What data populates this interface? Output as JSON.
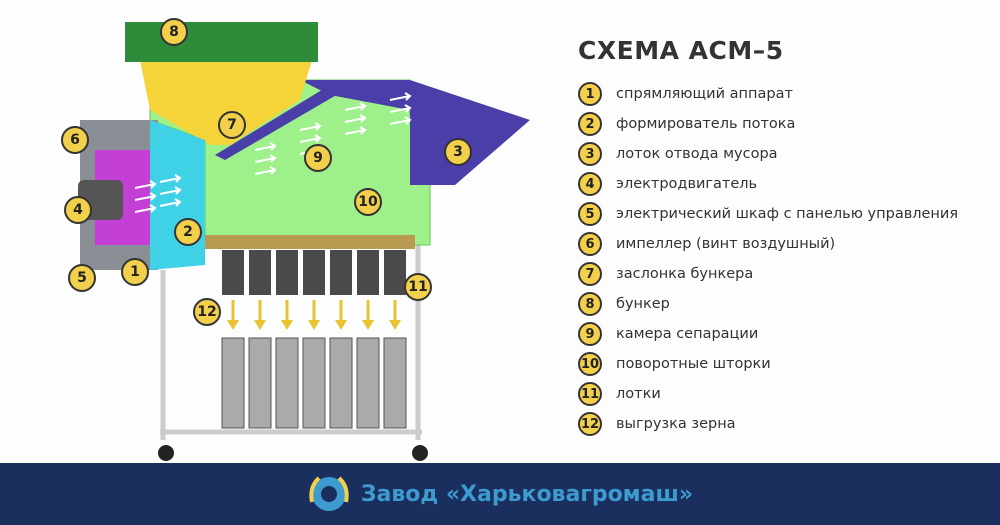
{
  "title": "СХЕМА АСМ–5",
  "legend": [
    {
      "n": "1",
      "text": "спрямляющий аппарат"
    },
    {
      "n": "2",
      "text": "формирователь потока"
    },
    {
      "n": "3",
      "text": "лоток отвода мусора"
    },
    {
      "n": "4",
      "text": "электродвигатель"
    },
    {
      "n": "5",
      "text": "электрический шкаф с панелью управления"
    },
    {
      "n": "6",
      "text": "импеллер (винт воздушный)"
    },
    {
      "n": "7",
      "text": "заслонка бункера"
    },
    {
      "n": "8",
      "text": "бункер"
    },
    {
      "n": "9",
      "text": "камера сепарации"
    },
    {
      "n": "10",
      "text": "поворотные шторки"
    },
    {
      "n": "11",
      "text": "лотки"
    },
    {
      "n": "12",
      "text": "выгрузка зерна"
    }
  ],
  "footer": {
    "brand": "Завод «Харьковагромаш»"
  },
  "colors": {
    "marker": "#f2d04c",
    "footer": "#1a2f5e",
    "chamber": "#9ef08a",
    "hopper": "#2e8b3a",
    "tray": "#4a3fa8"
  }
}
